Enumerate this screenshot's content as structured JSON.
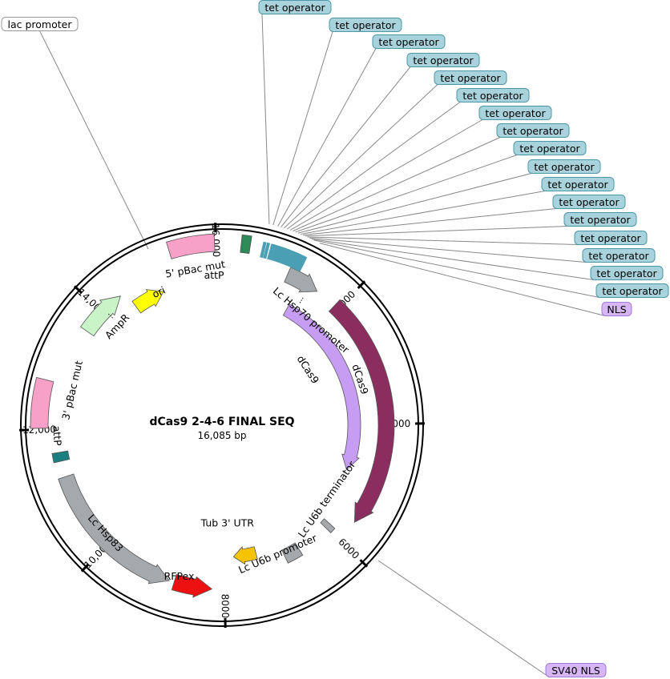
{
  "title": "dCas9 2-4-6 FINAL SEQ",
  "length_label": "16,085 bp",
  "total_bp": 16085,
  "colors": {
    "backbone": "#000000",
    "callout_blue": "#a9d3dc",
    "callout_purple": "#d7b6f5",
    "callout_white": "#ffffff"
  },
  "ticks": [
    {
      "label": "2000",
      "bp": 2000
    },
    {
      "label": "4000",
      "bp": 4000
    },
    {
      "label": "6000",
      "bp": 6000
    },
    {
      "label": "8000",
      "bp": 8000
    },
    {
      "label": "10,000",
      "bp": 10000
    },
    {
      "label": "12,000",
      "bp": 12000
    },
    {
      "label": "14,000",
      "bp": 14000
    },
    {
      "label": "16,000",
      "bp": 16000
    }
  ],
  "features": [
    {
      "name": "dCas9",
      "start": 1930,
      "end": 5640,
      "direction": "cw",
      "color": "#8b2d5e",
      "lane": 1
    },
    {
      "name": "Lc Hsp70 promoter",
      "start": 1050,
      "end": 1580,
      "direction": "cw",
      "color": "#a6a9ac",
      "lane": 1
    },
    {
      "name": "dCas9",
      "start": 1300,
      "end": 4900,
      "direction": "cw",
      "color": "#c79df3",
      "lane": 3
    },
    {
      "name": "Lc U6b terminator",
      "start": 5920,
      "end": 6020,
      "direction": "none",
      "color": "#a6a9ac",
      "lane": 2
    },
    {
      "name": "Lc U6b promoter",
      "start": 6620,
      "end": 6900,
      "direction": "none",
      "color": "#a6a9ac",
      "lane": 2
    },
    {
      "name": "Tub 3' UTR",
      "start": 7380,
      "end": 7820,
      "direction": "cw",
      "color": "#f5c300",
      "lane": 3
    },
    {
      "name": "RFPex",
      "start": 8200,
      "end": 8800,
      "direction": "ccw",
      "color": "#ee1111",
      "lane": 1
    },
    {
      "name": "Lc Hsp83",
      "start": 8880,
      "end": 11250,
      "direction": "ccw",
      "color": "#a6a9ac",
      "lane": 1
    },
    {
      "name": "attP",
      "start": 11500,
      "end": 11640,
      "direction": "none",
      "color": "#1b7f7f",
      "lane": 1
    },
    {
      "name": "3' pBac mut",
      "start": 12020,
      "end": 12710,
      "direction": "none",
      "color": "#f7a0c8",
      "lane": 0
    },
    {
      "name": "AmpR",
      "start": 13620,
      "end": 14380,
      "direction": "cw",
      "color": "#c8f4c8",
      "lane": 1
    },
    {
      "name": "ori",
      "start": 14480,
      "end": 15030,
      "direction": "cw",
      "color": "#ffff00",
      "lane": 2
    },
    {
      "name": "5' pBac mut",
      "start": 15330,
      "end": 15980,
      "direction": "none",
      "color": "#f7a0c8",
      "lane": 0
    },
    {
      "name": "attP",
      "start": 270,
      "end": 400,
      "direction": "none",
      "color": "#2e8b57",
      "lane": 0
    }
  ],
  "callouts": [
    {
      "label": "lac promoter",
      "style": "white"
    },
    {
      "label": "tet operator",
      "style": "blue"
    },
    {
      "label": "tet operator",
      "style": "blue"
    },
    {
      "label": "tet operator",
      "style": "blue"
    },
    {
      "label": "tet operator",
      "style": "blue"
    },
    {
      "label": "tet operator",
      "style": "blue"
    },
    {
      "label": "tet operator",
      "style": "blue"
    },
    {
      "label": "tet operator",
      "style": "blue"
    },
    {
      "label": "tet operator",
      "style": "blue"
    },
    {
      "label": "tet operator",
      "style": "blue"
    },
    {
      "label": "tet operator",
      "style": "blue"
    },
    {
      "label": "tet operator",
      "style": "blue"
    },
    {
      "label": "tet operator",
      "style": "blue"
    },
    {
      "label": "tet operator",
      "style": "blue"
    },
    {
      "label": "tet operator",
      "style": "blue"
    },
    {
      "label": "tet operator",
      "style": "blue"
    },
    {
      "label": "tet operator",
      "style": "blue"
    },
    {
      "label": "tet operator",
      "style": "blue"
    },
    {
      "label": "NLS",
      "style": "purple"
    },
    {
      "label": "SV40 NLS",
      "style": "purple"
    }
  ]
}
